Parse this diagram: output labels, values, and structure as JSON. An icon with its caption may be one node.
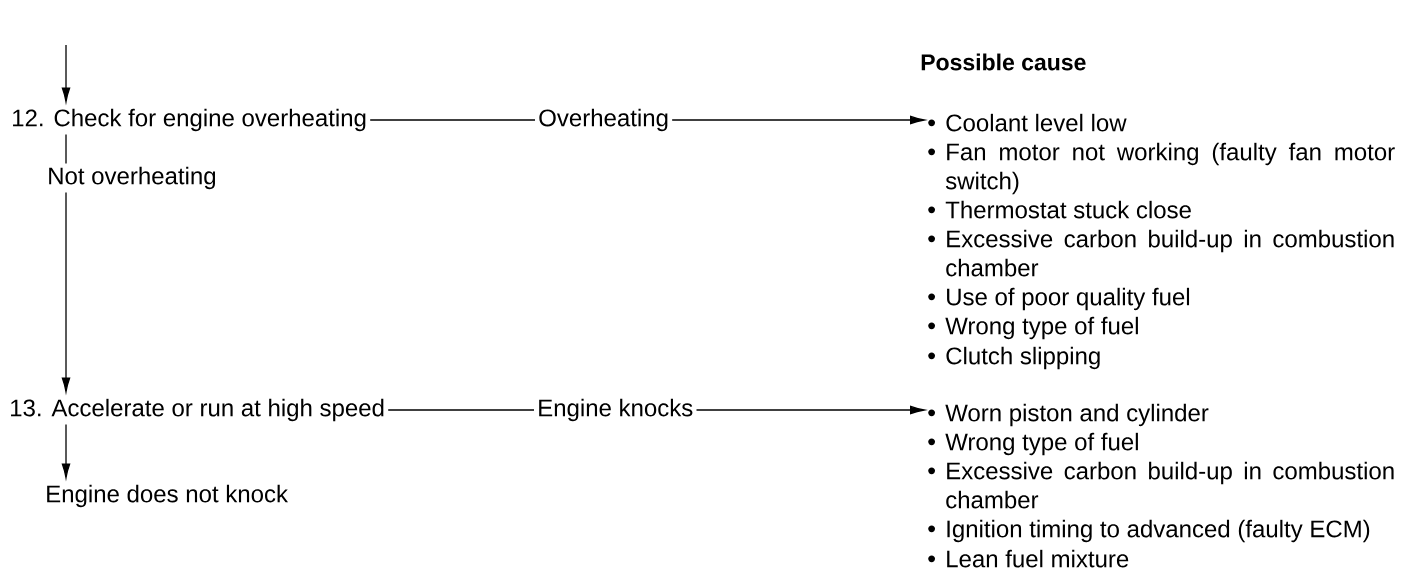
{
  "diagram": {
    "nodes": [
      {
        "text": [
          "12. Check for engine overheating"
        ]
      },
      {
        "text": [
          "Not overheating"
        ]
      },
      {
        "text": [
          "13. Accelerate or run at high speed"
        ]
      },
      {
        "text": [
          "Engine does not knock"
        ]
      },
      {
        "text": [
          "Overheating"
        ]
      },
      {
        "text": [
          "Coolant level low",
          "Fan motor not working (faulty fan motor switch)",
          "Thermostat stuck close",
          "Excessive carbon build-up in combustion chamber",
          "Use of poor quality fuel",
          "Wrong type of fuel",
          "Clutch slipping"
        ]
      },
      {
        "text": [
          "Engine knocks"
        ]
      },
      {
        "text": [
          "Worn piston and cylinder",
          "Wrong type of fuel",
          "Excessive carbon build-up in combustion chamber",
          "Ignition timing to advanced (faulty ECM)",
          "Lean fuel mixture"
        ]
      }
    ],
    "edges": [
      {
        "from": null,
        "to": 0,
        "arrow": "to"
      },
      {
        "from": 0,
        "to": 1,
        "arrow": "none"
      },
      {
        "from": 1,
        "to": 2,
        "arrow": "to"
      },
      {
        "from": 2,
        "to": 3,
        "arrow": "to"
      },
      {
        "from": 0,
        "to": 4,
        "arrow": "none"
      },
      {
        "from": 4,
        "to": 5,
        "arrow": "to"
      },
      {
        "from": 2,
        "to": 6,
        "arrow": "none"
      },
      {
        "from": 6,
        "to": 7,
        "arrow": "to"
      }
    ],
    "labels": [
      "Possible cause"
    ]
  }
}
